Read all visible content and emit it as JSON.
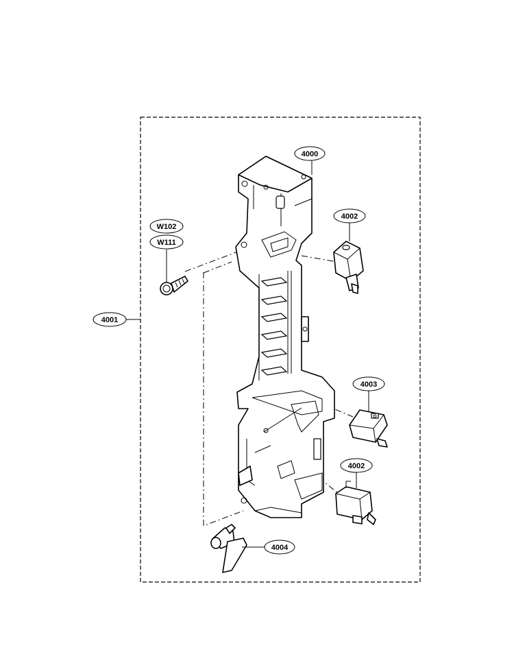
{
  "labels": {
    "main_frame": "4000",
    "assembly": "4001",
    "switch_upper": "4002",
    "switch_middle": "4003",
    "switch_lower": "4002",
    "lever": "4004",
    "screw_a": "W102",
    "screw_b": "W111"
  },
  "colors": {
    "line": "#000000",
    "background": "#ffffff"
  }
}
